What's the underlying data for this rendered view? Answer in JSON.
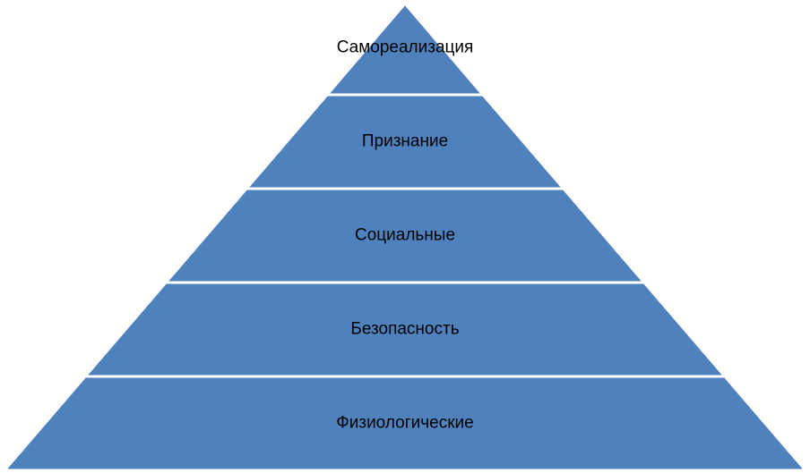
{
  "diagram": {
    "type": "pyramid",
    "fill_color": "#4f81bd",
    "separator_color": "#ffffff",
    "text_color": "#000000",
    "levels": [
      {
        "label": "Самореализация"
      },
      {
        "label": "Признание"
      },
      {
        "label": "Социальные"
      },
      {
        "label": "Безопасность"
      },
      {
        "label": "Физиологические"
      }
    ]
  }
}
